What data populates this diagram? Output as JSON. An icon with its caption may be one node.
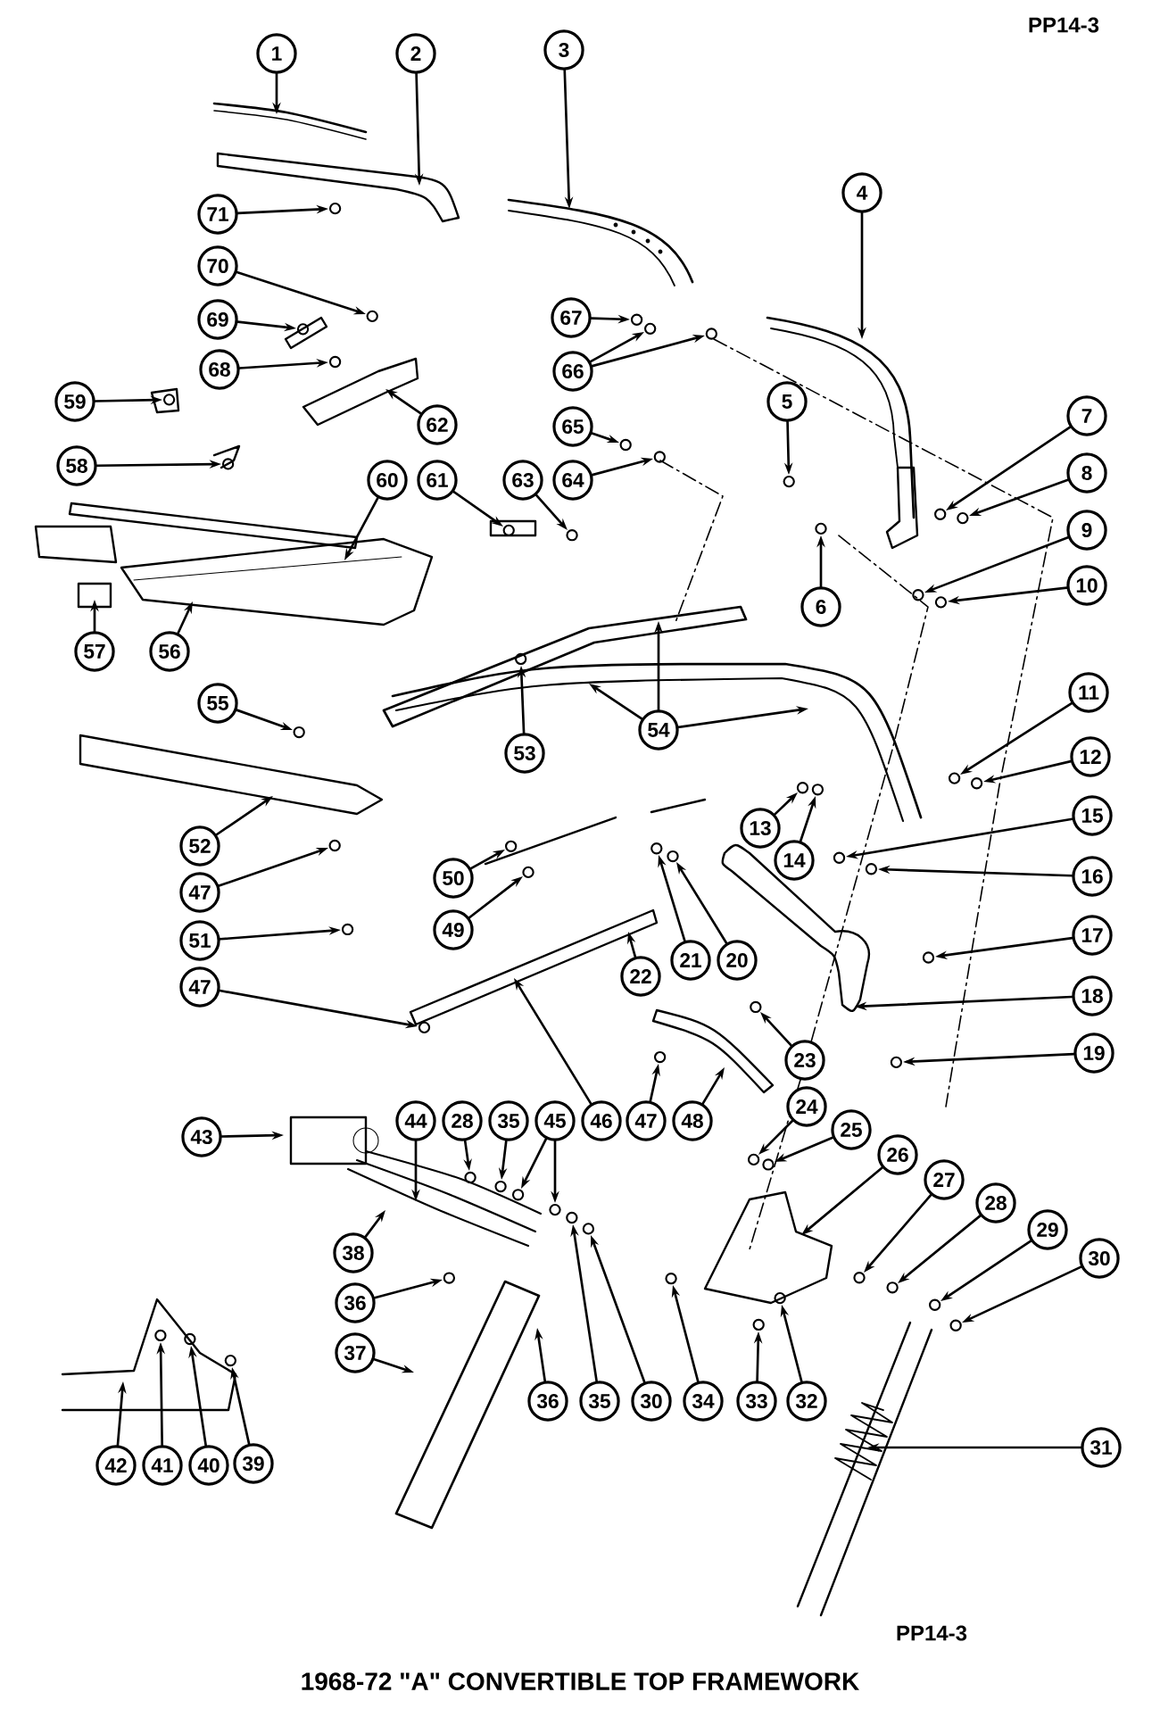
{
  "diagram": {
    "title": "1968-72 \"A\" CONVERTIBLE TOP FRAMEWORK",
    "nodes": [
      {
        "text": [
          "1"
        ]
      },
      {
        "text": [
          "2"
        ]
      },
      {
        "text": [
          "3"
        ]
      },
      {
        "text": [
          "4"
        ]
      },
      {
        "text": [
          "5"
        ]
      },
      {
        "text": [
          "6"
        ]
      },
      {
        "text": [
          "7"
        ]
      },
      {
        "text": [
          "8"
        ]
      },
      {
        "text": [
          "9"
        ]
      },
      {
        "text": [
          "10"
        ]
      },
      {
        "text": [
          "11"
        ]
      },
      {
        "text": [
          "12"
        ]
      },
      {
        "text": [
          "13"
        ]
      },
      {
        "text": [
          "14"
        ]
      },
      {
        "text": [
          "15"
        ]
      },
      {
        "text": [
          "16"
        ]
      },
      {
        "text": [
          "17"
        ]
      },
      {
        "text": [
          "18"
        ]
      },
      {
        "text": [
          "19"
        ]
      },
      {
        "text": [
          "20"
        ]
      },
      {
        "text": [
          "21"
        ]
      },
      {
        "text": [
          "22"
        ]
      },
      {
        "text": [
          "23"
        ]
      },
      {
        "text": [
          "24"
        ]
      },
      {
        "text": [
          "25"
        ]
      },
      {
        "text": [
          "26"
        ]
      },
      {
        "text": [
          "27"
        ]
      },
      {
        "text": [
          "28"
        ]
      },
      {
        "text": [
          "29"
        ]
      },
      {
        "text": [
          "30"
        ]
      },
      {
        "text": [
          "31"
        ]
      },
      {
        "text": [
          "32"
        ]
      },
      {
        "text": [
          "33"
        ]
      },
      {
        "text": [
          "34"
        ]
      },
      {
        "text": [
          "30"
        ]
      },
      {
        "text": [
          "35"
        ]
      },
      {
        "text": [
          "36"
        ]
      },
      {
        "text": [
          "37"
        ]
      },
      {
        "text": [
          "36"
        ]
      },
      {
        "text": [
          "38"
        ]
      },
      {
        "text": [
          "39"
        ]
      },
      {
        "text": [
          "40"
        ]
      },
      {
        "text": [
          "41"
        ]
      },
      {
        "text": [
          "42"
        ]
      },
      {
        "text": [
          "43"
        ]
      },
      {
        "text": [
          "44"
        ]
      },
      {
        "text": [
          "28"
        ]
      },
      {
        "text": [
          "35"
        ]
      },
      {
        "text": [
          "45"
        ]
      },
      {
        "text": [
          "46"
        ]
      },
      {
        "text": [
          "47"
        ]
      },
      {
        "text": [
          "48"
        ]
      },
      {
        "text": [
          "47"
        ]
      },
      {
        "text": [
          "49"
        ]
      },
      {
        "text": [
          "50"
        ]
      },
      {
        "text": [
          "51"
        ]
      },
      {
        "text": [
          "47"
        ]
      },
      {
        "text": [
          "52"
        ]
      },
      {
        "text": [
          "53"
        ]
      },
      {
        "text": [
          "54"
        ]
      },
      {
        "text": [
          "55"
        ]
      },
      {
        "text": [
          "56"
        ]
      },
      {
        "text": [
          "57"
        ]
      },
      {
        "text": [
          "58"
        ]
      },
      {
        "text": [
          "59"
        ]
      },
      {
        "text": [
          "60"
        ]
      },
      {
        "text": [
          "61"
        ]
      },
      {
        "text": [
          "62"
        ]
      },
      {
        "text": [
          "63"
        ]
      },
      {
        "text": [
          "64"
        ]
      },
      {
        "text": [
          "65"
        ]
      },
      {
        "text": [
          "66"
        ]
      },
      {
        "text": [
          "67"
        ]
      },
      {
        "text": [
          "68"
        ]
      },
      {
        "text": [
          "69"
        ]
      },
      {
        "text": [
          "70"
        ]
      },
      {
        "text": [
          "71"
        ]
      }
    ],
    "edges": [
      {
        "from": 0,
        "to": null,
        "arrow": "to"
      },
      {
        "from": 1,
        "to": null,
        "arrow": "to"
      },
      {
        "from": 2,
        "to": null,
        "arrow": "to"
      },
      {
        "from": 3,
        "to": null,
        "arrow": "to"
      },
      {
        "from": 4,
        "to": null,
        "arrow": "to"
      },
      {
        "from": 5,
        "to": null,
        "arrow": "to"
      },
      {
        "from": 6,
        "to": null,
        "arrow": "to"
      },
      {
        "from": 7,
        "to": null,
        "arrow": "to"
      },
      {
        "from": 8,
        "to": null,
        "arrow": "to"
      },
      {
        "from": 9,
        "to": null,
        "arrow": "to"
      },
      {
        "from": 10,
        "to": null,
        "arrow": "to"
      },
      {
        "from": 11,
        "to": null,
        "arrow": "to"
      },
      {
        "from": 12,
        "to": null,
        "arrow": "to"
      },
      {
        "from": 13,
        "to": null,
        "arrow": "to"
      },
      {
        "from": 14,
        "to": null,
        "arrow": "to"
      },
      {
        "from": 15,
        "to": null,
        "arrow": "to"
      },
      {
        "from": 16,
        "to": null,
        "arrow": "to"
      },
      {
        "from": 17,
        "to": null,
        "arrow": "to"
      },
      {
        "from": 18,
        "to": null,
        "arrow": "to"
      },
      {
        "from": 19,
        "to": null,
        "arrow": "to"
      },
      {
        "from": 20,
        "to": null,
        "arrow": "to"
      },
      {
        "from": 21,
        "to": null,
        "arrow": "to"
      },
      {
        "from": 22,
        "to": null,
        "arrow": "to"
      },
      {
        "from": 23,
        "to": null,
        "arrow": "to"
      },
      {
        "from": 24,
        "to": null,
        "arrow": "to"
      },
      {
        "from": 25,
        "to": null,
        "arrow": "to"
      },
      {
        "from": 26,
        "to": null,
        "arrow": "to"
      },
      {
        "from": 27,
        "to": null,
        "arrow": "to"
      },
      {
        "from": 28,
        "to": null,
        "arrow": "to"
      },
      {
        "from": 29,
        "to": null,
        "arrow": "to"
      },
      {
        "from": 30,
        "to": null,
        "arrow": "to"
      },
      {
        "from": 31,
        "to": null,
        "arrow": "to"
      },
      {
        "from": 32,
        "to": null,
        "arrow": "to"
      },
      {
        "from": 33,
        "to": null,
        "arrow": "to"
      },
      {
        "from": 34,
        "to": null,
        "arrow": "to"
      },
      {
        "from": 35,
        "to": null,
        "arrow": "to"
      },
      {
        "from": 36,
        "to": null,
        "arrow": "to"
      },
      {
        "from": 37,
        "to": null,
        "arrow": "to"
      },
      {
        "from": 38,
        "to": null,
        "arrow": "to"
      },
      {
        "from": 39,
        "to": null,
        "arrow": "to"
      },
      {
        "from": 40,
        "to": null,
        "arrow": "to"
      },
      {
        "from": 41,
        "to": null,
        "arrow": "to"
      },
      {
        "from": 42,
        "to": null,
        "arrow": "to"
      },
      {
        "from": 43,
        "to": null,
        "arrow": "to"
      },
      {
        "from": 44,
        "to": null,
        "arrow": "to"
      },
      {
        "from": 45,
        "to": null,
        "arrow": "to"
      },
      {
        "from": 46,
        "to": null,
        "arrow": "to"
      },
      {
        "from": 47,
        "to": null,
        "arrow": "to"
      },
      {
        "from": 48,
        "to": null,
        "arrow": "to"
      },
      {
        "from": 48,
        "to": null,
        "arrow": "to"
      },
      {
        "from": 49,
        "to": null,
        "arrow": "to"
      },
      {
        "from": 50,
        "to": null,
        "arrow": "to"
      },
      {
        "from": 51,
        "to": null,
        "arrow": "to"
      },
      {
        "from": 52,
        "to": null,
        "arrow": "to"
      },
      {
        "from": 53,
        "to": null,
        "arrow": "to"
      },
      {
        "from": 54,
        "to": null,
        "arrow": "to"
      },
      {
        "from": 55,
        "to": null,
        "arrow": "to"
      },
      {
        "from": 56,
        "to": null,
        "arrow": "to"
      },
      {
        "from": 57,
        "to": null,
        "arrow": "to"
      },
      {
        "from": 58,
        "to": null,
        "arrow": "to"
      },
      {
        "from": 59,
        "to": null,
        "arrow": "to"
      },
      {
        "from": 59,
        "to": null,
        "arrow": "to"
      },
      {
        "from": 59,
        "to": null,
        "arrow": "to"
      },
      {
        "from": 60,
        "to": null,
        "arrow": "to"
      },
      {
        "from": 61,
        "to": null,
        "arrow": "to"
      },
      {
        "from": 62,
        "to": null,
        "arrow": "to"
      },
      {
        "from": 63,
        "to": null,
        "arrow": "to"
      },
      {
        "from": 64,
        "to": null,
        "arrow": "to"
      },
      {
        "from": 65,
        "to": null,
        "arrow": "to"
      },
      {
        "from": 66,
        "to": null,
        "arrow": "to"
      },
      {
        "from": 67,
        "to": null,
        "arrow": "to"
      },
      {
        "from": 68,
        "to": null,
        "arrow": "to"
      },
      {
        "from": 69,
        "to": null,
        "arrow": "to"
      },
      {
        "from": 70,
        "to": null,
        "arrow": "to"
      },
      {
        "from": 71,
        "to": null,
        "arrow": "to"
      },
      {
        "from": 71,
        "to": null,
        "arrow": "to"
      },
      {
        "from": 72,
        "to": null,
        "arrow": "to"
      },
      {
        "from": 73,
        "to": null,
        "arrow": "to"
      },
      {
        "from": 74,
        "to": null,
        "arrow": "to"
      },
      {
        "from": 75,
        "to": null,
        "arrow": "to"
      },
      {
        "from": 76,
        "to": null,
        "arrow": "to"
      }
    ],
    "labels": [
      "PP14-3",
      "PP14-3"
    ]
  }
}
